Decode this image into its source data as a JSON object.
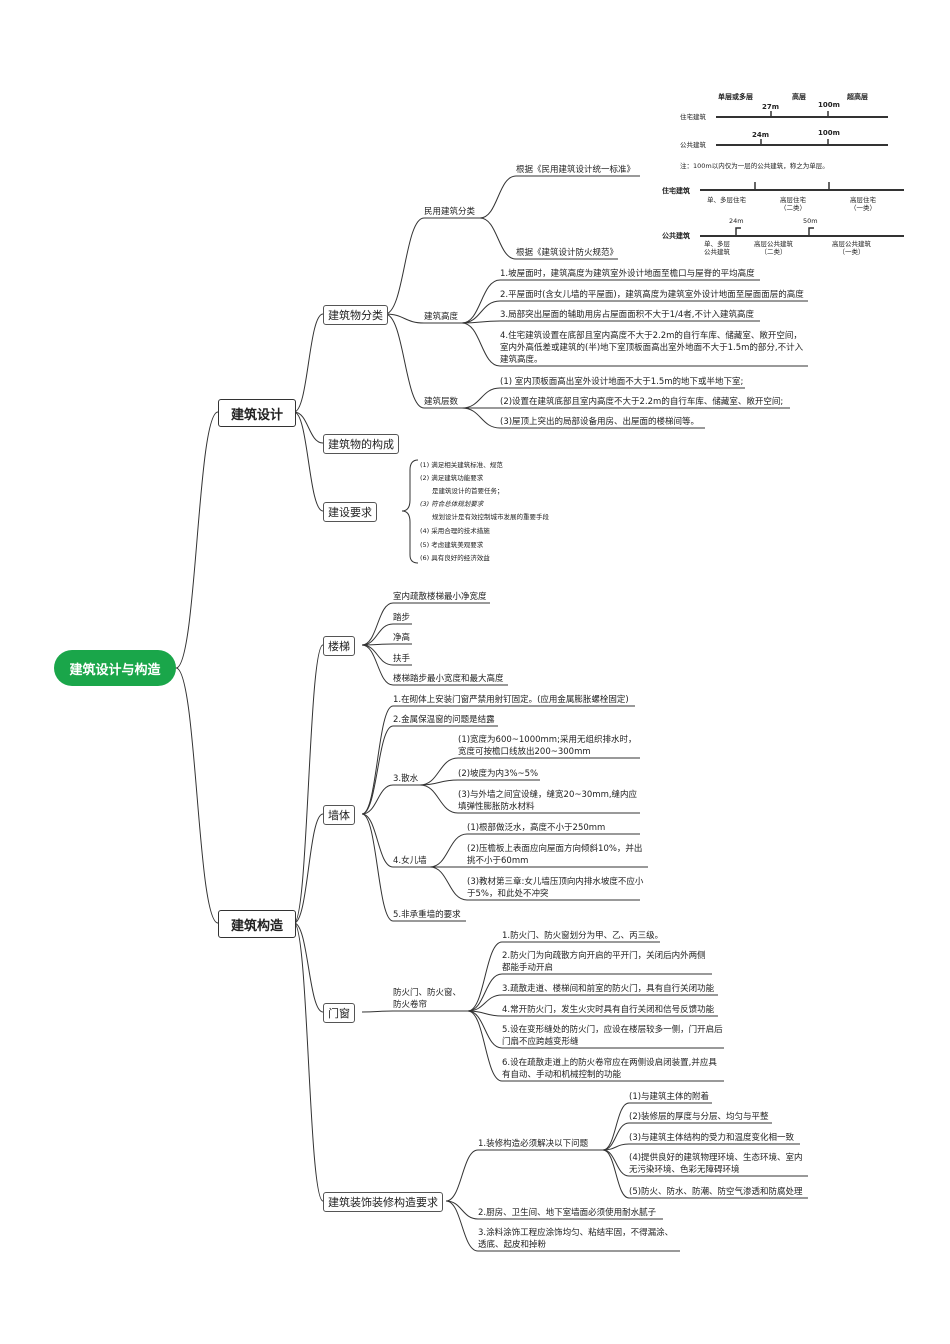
{
  "root": "建筑设计与构造",
  "design": {
    "label": "建筑设计",
    "classification": {
      "label": "建筑物分类",
      "civil": {
        "label": "民用建筑分类",
        "std1": {
          "label": "根据《民用建筑设计统一标准》",
          "heads": [
            "单层或多层",
            "高层",
            "超高层"
          ],
          "rows": [
            "住宅建筑",
            "公共建筑"
          ],
          "res_marks": [
            "27m",
            "100m"
          ],
          "pub_marks": [
            "24m",
            "100m"
          ],
          "note": "注：100m以内仅为一层的公共建筑，称之为单层。"
        },
        "std2": {
          "label": "根据《建筑设计防火规范》",
          "res_row": "住宅建筑",
          "res_cats": [
            "单、多层住宅",
            "高层住宅\n（二类）",
            "高层住宅\n（一类）"
          ],
          "pub_row": "公共建筑",
          "pub_marks": [
            "24m",
            "50m"
          ],
          "pub_cats": [
            "单、多层\n公共建筑",
            "高层公共建筑\n（二类）",
            "高层公共建筑\n（一类）"
          ]
        }
      },
      "height": {
        "label": "建筑高度",
        "items": [
          "1.坡屋面时，建筑高度为建筑室外设计地面至檐口与屋脊的平均高度",
          "2.平屋面时(含女儿墙的平屋面)，建筑高度为建筑室外设计地面至屋面面层的高度",
          "3.局部突出屋面的辅助用房占屋面面积不大于1/4者,不计入建筑高度",
          "4.住宅建筑设置在底部且室内高度不大于2.2m的自行车库、储藏室、敞开空间，室内外高低差或建筑的(半)地下室顶板面高出室外地面不大于1.5m的部分,不计入建筑高度。"
        ]
      },
      "floors": {
        "label": "建筑层数",
        "items": [
          "(1) 室内顶板面高出室外设计地面不大于1.5m的地下或半地下室;",
          "(2)设置在建筑底部且室内高度不大于2.2m的自行车库、储藏室、敞开空间;",
          "(3)屋顶上突出的局部设备用房、出屋面的楼梯间等。"
        ]
      }
    },
    "composition": {
      "label": "建筑物的构成"
    },
    "requirements": {
      "label": "建设要求",
      "items": [
        "(1) 满足相关建筑标准、规范",
        "(2) 满足建筑功能要求",
        "是建筑设计的首要任务；",
        "(3) 符合总体规划要求",
        "规划设计是有效控制城市发展的重要手段",
        "(4) 采用合理的技术措施",
        "(5) 考虑建筑美观要求",
        "(6) 具有良好的经济效益"
      ]
    }
  },
  "construction": {
    "label": "建筑构造",
    "stairs": {
      "label": "楼梯",
      "items": [
        "室内疏散楼梯最小净宽度",
        "踏步",
        "净高",
        "扶手",
        "楼梯踏步最小宽度和最大高度"
      ]
    },
    "wall": {
      "label": "墙体",
      "item1": "1.在砌体上安装门窗严禁用射钉固定。(应用金属膨胀螺栓固定)",
      "item2": "2.金属保温窗的问题是结露",
      "apron": {
        "label": "3.散水",
        "items": [
          "(1)宽度为600~1000mm;采用无组织排水时，宽度可按檐口线放出200~300mm",
          "(2)坡度为内3%~5%",
          "(3)与外墙之间宜设缝，缝宽20~30mm,缝内应填弹性膨胀防水材料"
        ]
      },
      "parapet": {
        "label": "4.女儿墙",
        "items": [
          "(1)根部做泛水，高度不小于250mm",
          "(2)压檐板上表面应向屋面方向倾斜10%，并出挑不小于60mm",
          "(3)教材第三章:女儿墙压顶向内排水坡度不应小于5%，和此处不冲突"
        ]
      },
      "item5": "5.非承重墙的要求"
    },
    "doors": {
      "label": "门窗",
      "fire": {
        "label": "防火门、防火窗、防火卷帘",
        "items": [
          "1.防火门、防火窗划分为甲、乙、丙三级。",
          "2.防火门为向疏散方向开启的平开门，关闭后内外两侧都能手动开启",
          "3.疏散走道、楼梯间和前室的防火门，具有自行关闭功能",
          "4.常开防火门，发生火灾时具有自行关闭和信号反馈功能",
          "5.设在变形缝处的防火门，应设在楼层较多一侧，门开启后门扇不应跨越变形缝",
          "6.设在疏散走道上的防火卷帘应在两侧设启闭装置,并应具有自动、手动和机械控制的功能"
        ]
      }
    },
    "decoration": {
      "label": "建筑装饰装修构造要求",
      "item1": {
        "label": "1.装修构造必须解决以下问题",
        "items": [
          "(1)与建筑主体的附着",
          "(2)装修层的厚度与分层、均匀与平整",
          "(3)与建筑主体结构的受力和温度变化相一致",
          "(4)提供良好的建筑物理环境、生态环境、室内无污染环境、色彩无障碍环境",
          "(5)防火、防水、防潮、防空气渗透和防腐处理"
        ]
      },
      "item2": "2.厨房、卫生间、地下室墙面必须使用耐水腻子",
      "item3": "3.涂料涂饰工程应涂饰均匀、粘结牢固，不得漏涂、透底、起皮和掉粉"
    }
  },
  "colors": {
    "root": "#1aa64a",
    "line": "#333333"
  }
}
